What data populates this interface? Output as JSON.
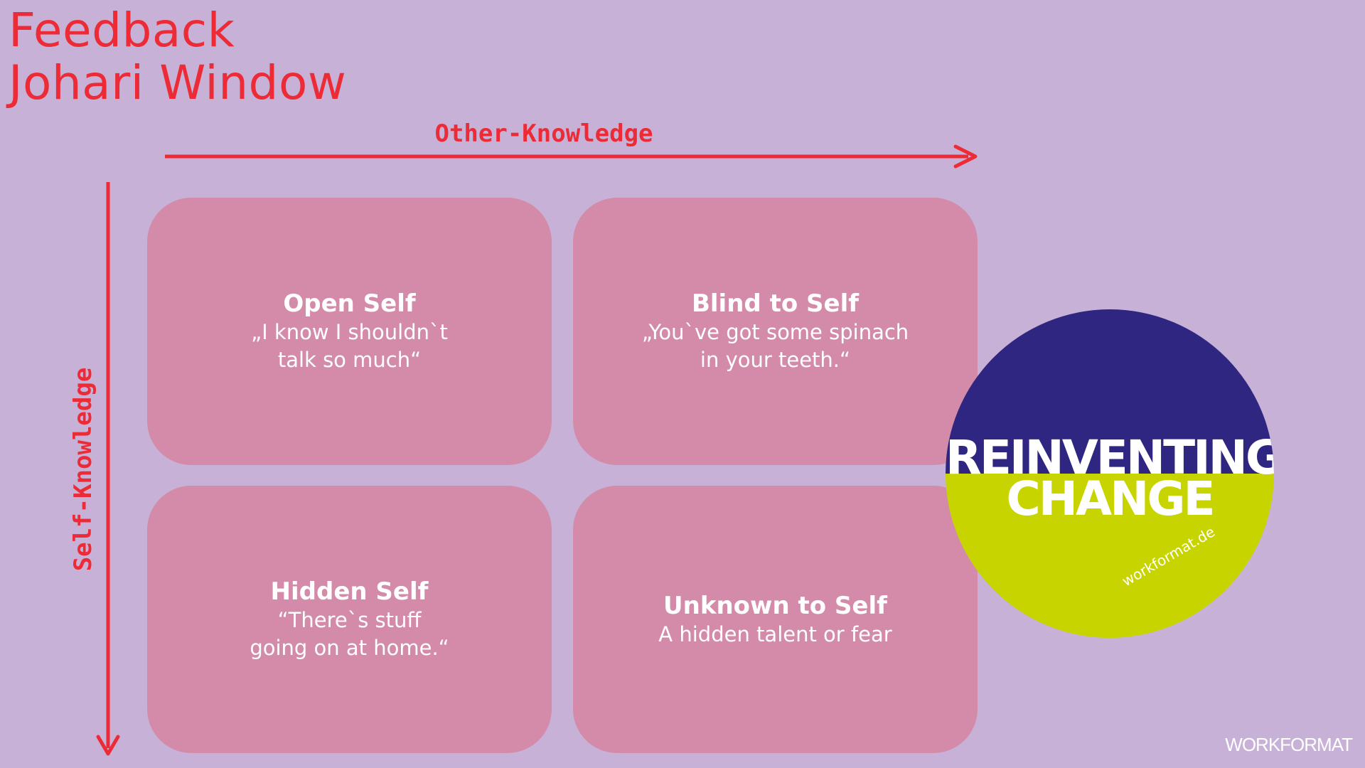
{
  "slide": {
    "title_line1": "Feedback",
    "title_line2": "Johari Window",
    "colors": {
      "background": "#c8b1d6",
      "accent": "#ed2b36",
      "cell": "#d38ba9",
      "badge_top": "#2e2680",
      "badge_bottom": "#c8d400"
    }
  },
  "axes": {
    "horizontal_label": "Other-Knowledge",
    "vertical_label": "Self-Knowledge"
  },
  "quadrants": [
    {
      "title": "Open Self",
      "quote": "„I know I shouldn`t\ntalk so much“"
    },
    {
      "title": "Blind to Self",
      "quote": "„You`ve got some spinach\nin your teeth.“"
    },
    {
      "title": "Hidden Self",
      "quote": "“There`s stuff\ngoing on at home.“"
    },
    {
      "title": "Unknown to Self",
      "quote": "A hidden talent or fear"
    }
  ],
  "badge": {
    "line1": "REINVENTING",
    "line2": "CHANGE",
    "url": "workformat.de"
  },
  "brand": "WORKFORMAT"
}
